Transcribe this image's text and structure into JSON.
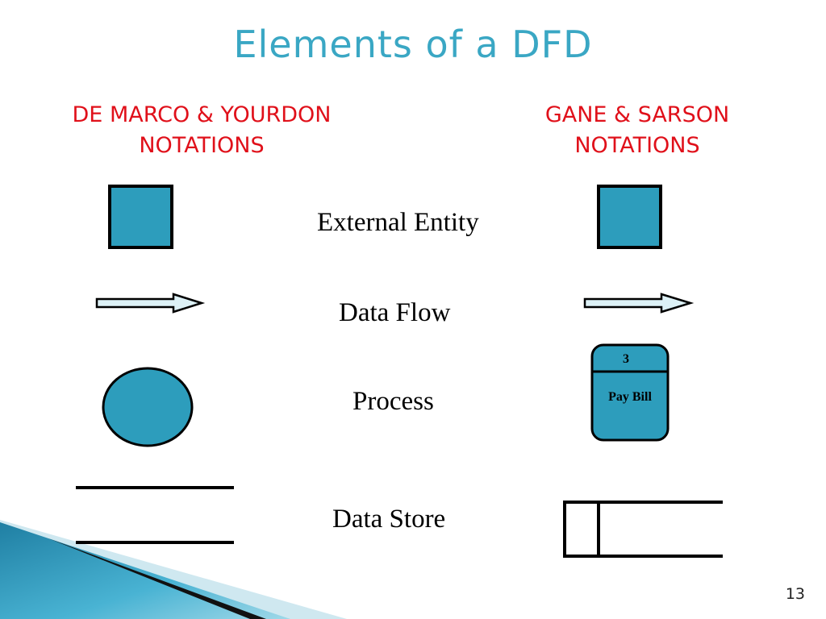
{
  "slide": {
    "title": "Elements of a DFD",
    "page_number": "13"
  },
  "columns": {
    "left": {
      "line1": "DE MARCO & YOURDON",
      "line2": "NOTATIONS"
    },
    "right": {
      "line1": "GANE & SARSON",
      "line2": "NOTATIONS"
    }
  },
  "elements": {
    "external_entity": "External Entity",
    "data_flow": "Data Flow",
    "process": "Process",
    "data_store": "Data Store"
  },
  "gane_process": {
    "id": "3",
    "name": "Pay Bill"
  },
  "colors": {
    "shape_fill": "#2d9dbc",
    "title": "#3aa7c4",
    "heading": "#e0101a",
    "arrow_fill": "#ddf1f6"
  }
}
